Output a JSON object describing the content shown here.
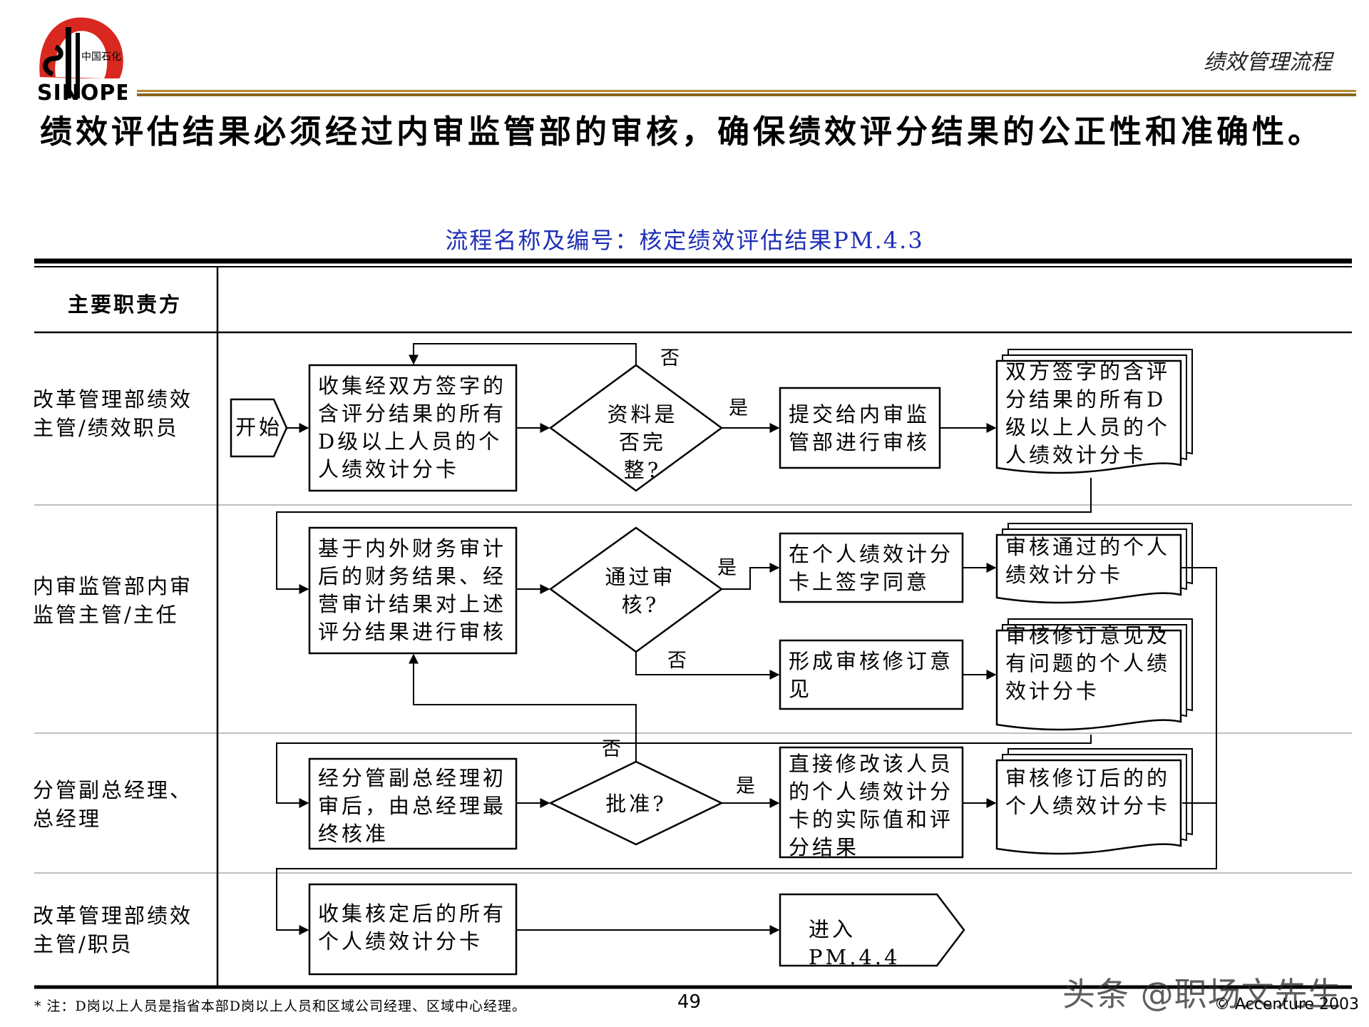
{
  "header": {
    "logo_text": "SINOPEC",
    "logo_chinese": "中国石化",
    "section_title": "绩效管理流程",
    "accent_color": "#b8862e"
  },
  "headline": "绩效评估结果必须经过内审监管部的审核，确保绩效评分结果的公正性和准确性。",
  "process_title": "流程名称及编号：核定绩效评估结果PM.4.3",
  "title_color": "#1f2fb5",
  "table": {
    "role_header": "主要职责方",
    "lanes": [
      "改革管理部绩效主管/绩效职员",
      "内审监管部内审监管主管/主任",
      "分管副总经理、总经理",
      "改革管理部绩效主管/职员"
    ]
  },
  "nodes": {
    "start": "开始",
    "collect": "收集经双方签字的含评分结果的所有D级以上人员的个人绩效计分卡",
    "decision_complete": "资料是否完整?",
    "submit": "提交给内审监管部进行审核",
    "doc_signed": "双方签字的含评分结果的所有D级以上人员的个人绩效计分卡",
    "audit": "基于内外财务审计后的财务结果、经营审计结果对上述评分结果进行审核",
    "decision_audit": "通过审核?",
    "sign_agree": "在个人绩效计分卡上签字同意",
    "doc_approved": "审核通过的个人绩效计分卡",
    "form_opinion": "形成审核修订意见",
    "doc_opinion": "审核修订意见及有问题的个人绩效计分卡",
    "vp_review": "经分管副总经理初审后，由总经理最终核准",
    "decision_approve": "批准?",
    "modify": "直接修改该人员的个人绩效计分卡的实际值和评分结果",
    "doc_revised": "审核修订后的的个人绩效计分卡",
    "collect_final": "收集核定后的所有个人绩效计分卡",
    "next": "进入PM.4.4"
  },
  "labels": {
    "yes": "是",
    "no": "否"
  },
  "footer": {
    "footnote": "* 注：D岗以上人员是指省本部D岗以上人员和区域公司经理、区域中心经理。",
    "page_number": "49",
    "watermark": "头条 @职场文先生",
    "copyright": "© Accenture 2003"
  }
}
